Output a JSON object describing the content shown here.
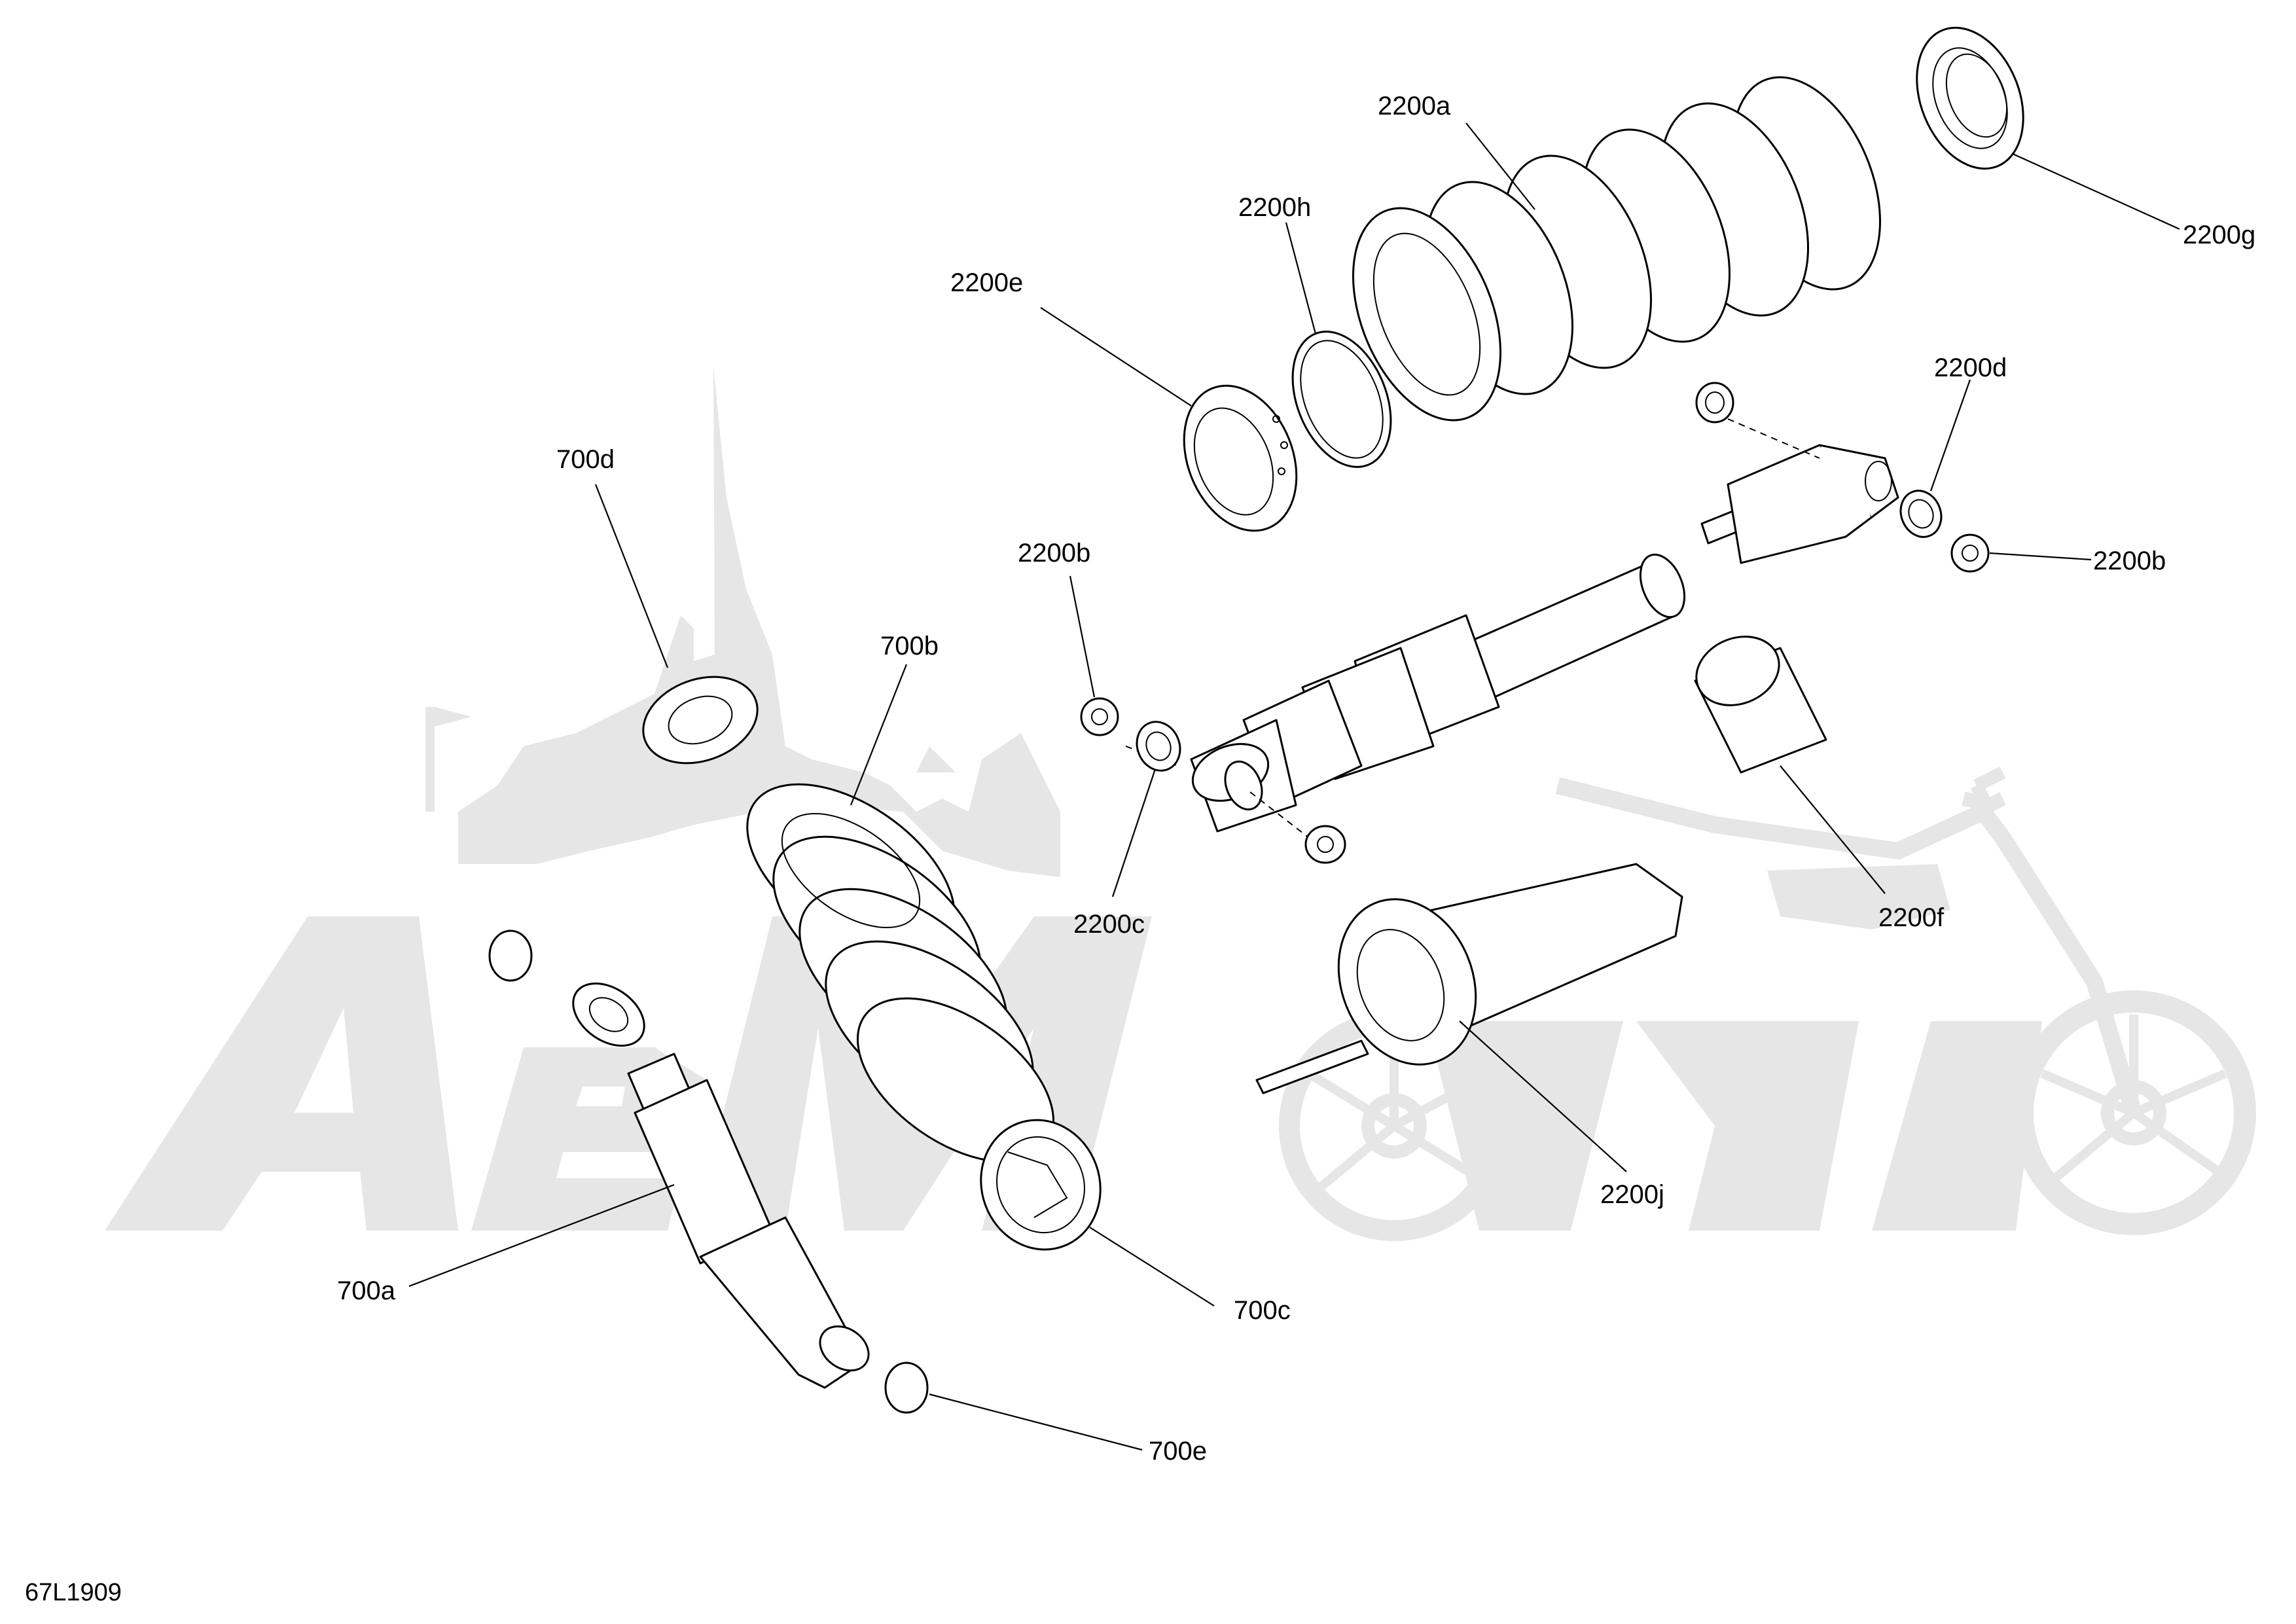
{
  "diagram": {
    "document_number": "67L1909",
    "watermark_text": "AeM",
    "callouts": [
      {
        "id": "2200a",
        "label": "2200a"
      },
      {
        "id": "2200g",
        "label": "2200g"
      },
      {
        "id": "2200h",
        "label": "2200h"
      },
      {
        "id": "2200e",
        "label": "2200e"
      },
      {
        "id": "2200d",
        "label": "2200d"
      },
      {
        "id": "700d",
        "label": "700d"
      },
      {
        "id": "2200b-left",
        "label": "2200b"
      },
      {
        "id": "2200b-right",
        "label": "2200b"
      },
      {
        "id": "700b",
        "label": "700b"
      },
      {
        "id": "2200c",
        "label": "2200c"
      },
      {
        "id": "2200f",
        "label": "2200f"
      },
      {
        "id": "700a",
        "label": "700a"
      },
      {
        "id": "2200j",
        "label": "2200j"
      },
      {
        "id": "700c",
        "label": "700c"
      },
      {
        "id": "700e",
        "label": "700e"
      }
    ]
  }
}
